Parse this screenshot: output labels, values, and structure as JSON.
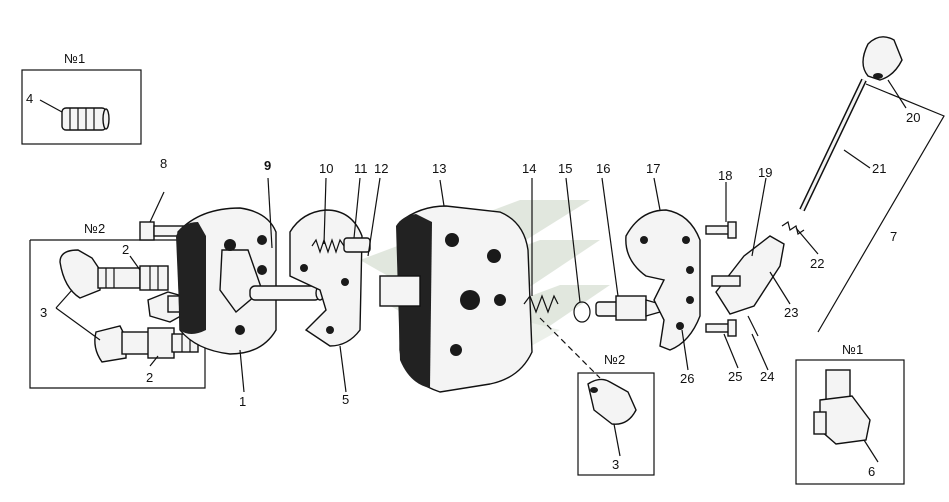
{
  "colors": {
    "ink": "#111111",
    "paper": "#ffffff",
    "watermark": "#c9d4c4"
  },
  "boxes": {
    "box_top_left_title": "№1",
    "box_left_title": "№2",
    "box_center_title": "№2",
    "box_bottom_right_title": "№1"
  },
  "labels": {
    "l1": "1",
    "l2a": "2",
    "l2b": "2",
    "l3a": "3",
    "l3b": "3",
    "l4": "4",
    "l5": "5",
    "l6": "6",
    "l7": "7",
    "l8": "8",
    "l9": "9",
    "l10": "10",
    "l11": "11",
    "l12": "12",
    "l13": "13",
    "l14": "14",
    "l15": "15",
    "l16": "16",
    "l17": "17",
    "l18": "18",
    "l19": "19",
    "l20": "20",
    "l21": "21",
    "l22": "22",
    "l23": "23",
    "l24": "24",
    "l25": "25",
    "l26": "26"
  },
  "icons": {
    "watermark": "logo-watermark-icon"
  }
}
